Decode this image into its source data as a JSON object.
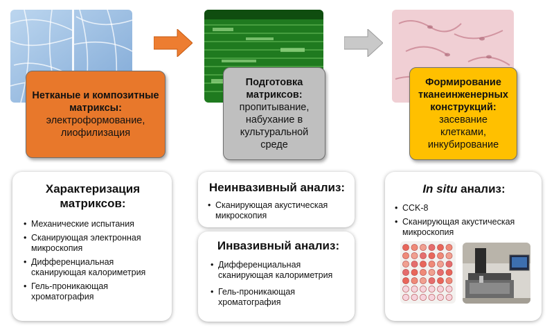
{
  "stages": [
    {
      "title": "Нетканые и композитные матриксы:",
      "text": "электроформование, лиофилизация",
      "color": "#e8782b"
    },
    {
      "title": "Подготовка матриксов:",
      "text": "пропитывание, набухание в культуральной среде",
      "color": "#bfbfbf"
    },
    {
      "title": "Формирование тканеинженерных конструкций:",
      "text": "засевание клетками, инкубирование",
      "color": "#ffc000"
    }
  ],
  "cards": {
    "characterization": {
      "title": "Характеризация матриксов:",
      "items": [
        "Механические испытания",
        "Сканирующая электронная микроскопия",
        "Дифференциальная сканирующая калориметрия",
        "Гель-проникающая хроматография"
      ]
    },
    "noninvasive": {
      "title": "Неинвазивный анализ:",
      "items": [
        "Сканирующая акустическая микроскопия"
      ]
    },
    "invasive": {
      "title": "Инвазивный анализ:",
      "items": [
        "Дифференциальная сканирующая калориметрия",
        "Гель-проникающая хроматография"
      ]
    },
    "insitu": {
      "title_italic": "In situ",
      "title_rest": " анализ:",
      "items": [
        "CCK-8",
        "Сканирующая акустическая микроскопия"
      ]
    }
  },
  "arrow_colors": {
    "first": "#ed7d31",
    "second": "#c9c9c9"
  }
}
